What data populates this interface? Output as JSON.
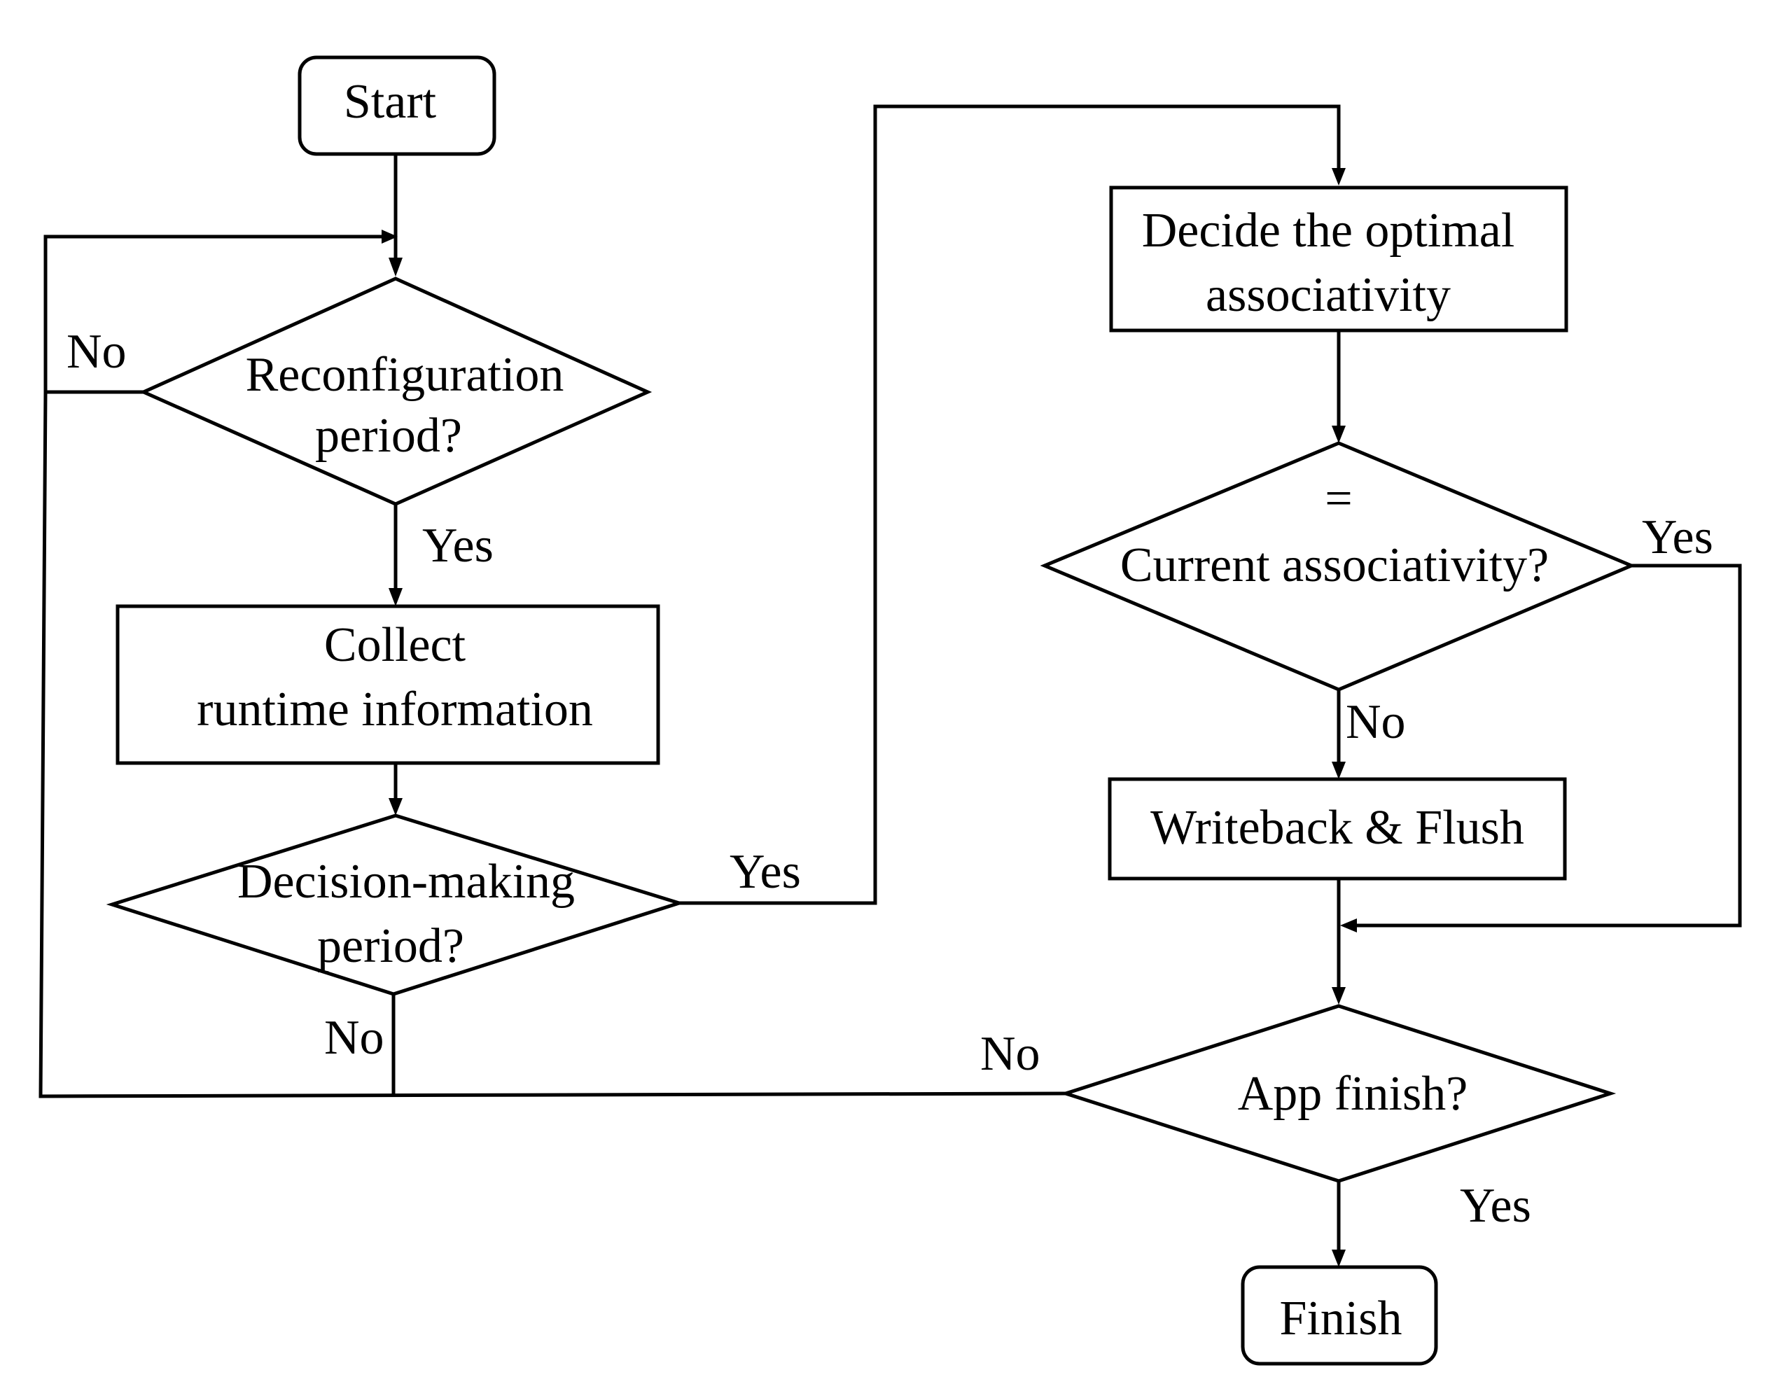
{
  "nodes": {
    "start": {
      "label": "Start"
    },
    "reconfig": {
      "lines": [
        "Reconfiguration",
        "period?"
      ]
    },
    "collect": {
      "lines": [
        "Collect",
        "runtime information"
      ]
    },
    "decision": {
      "lines": [
        "Decision-making",
        "period?"
      ]
    },
    "decide": {
      "lines": [
        "Decide the optimal",
        "associativity"
      ]
    },
    "current": {
      "lines": [
        "=",
        "Current associativity?"
      ]
    },
    "writeback": {
      "label": "Writeback & Flush"
    },
    "app_finish": {
      "label": "App finish?"
    },
    "finish": {
      "label": "Finish"
    }
  },
  "edge_labels": {
    "reconfig_no": "No",
    "reconfig_yes": "Yes",
    "decision_yes": "Yes",
    "decision_no": "No",
    "current_yes": "Yes",
    "current_no": "No",
    "app_no": "No",
    "app_yes": "Yes"
  }
}
